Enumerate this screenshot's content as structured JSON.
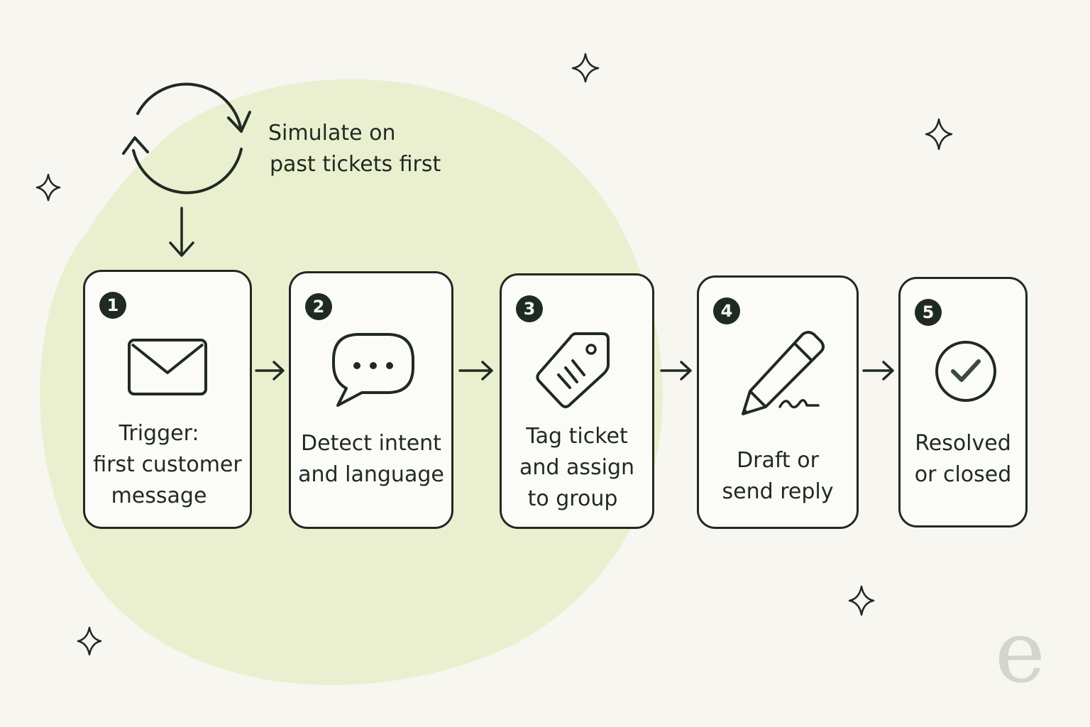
{
  "loop": {
    "icon": "refresh-cycle-icon",
    "label_lines": [
      "Simulate on",
      "past tickets first"
    ]
  },
  "steps": [
    {
      "number": "1",
      "icon": "envelope-icon",
      "lines": [
        "Trigger:",
        "first customer",
        "message"
      ]
    },
    {
      "number": "2",
      "icon": "speech-bubble-icon",
      "lines": [
        "Detect intent",
        "and language"
      ]
    },
    {
      "number": "3",
      "icon": "tag-icon",
      "lines": [
        "Tag ticket",
        "and assign",
        "to group"
      ]
    },
    {
      "number": "4",
      "icon": "pencil-icon",
      "lines": [
        "Draft or",
        "send reply"
      ]
    },
    {
      "number": "5",
      "icon": "check-circle-icon",
      "lines": [
        "Resolved",
        "or closed"
      ]
    }
  ],
  "watermark": {
    "text": "e"
  },
  "colors": {
    "background": "#f7f6f1",
    "blob": "#eaf0cf",
    "ink": "#1f2a22",
    "card_fill": "#fbfbf7",
    "watermark": "#d4d5cf"
  }
}
